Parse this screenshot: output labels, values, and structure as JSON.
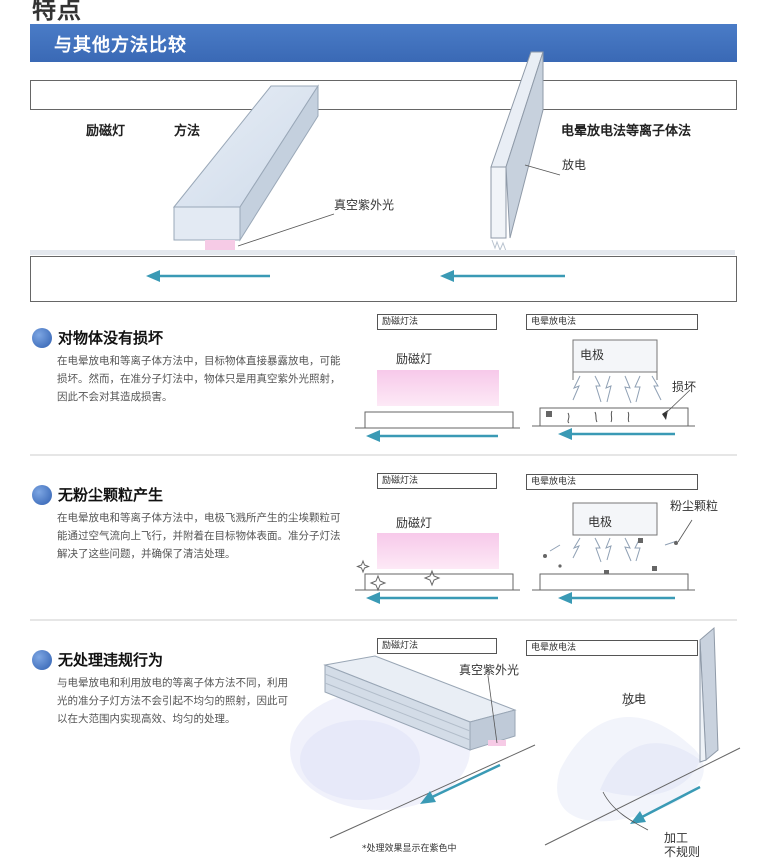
{
  "page_title": "特点",
  "banner": "与其他方法比较",
  "top_diagram": {
    "label_lamp": "励磁灯",
    "label_method": "方法",
    "label_corona": "电晕放电法等离子体法",
    "label_uv": "真空紫外光",
    "label_discharge": "放电"
  },
  "sections": [
    {
      "title": "对物体没有损坏",
      "desc": "在电晕放电和等离子体方法中，目标物体直接暴露放电，可能损坏。然而，在准分子灯法中，物体只是用真空紫外光照射，因此不会对其造成损害。",
      "left_caption": "励磁灯法",
      "right_caption": "电晕放电法",
      "lamp_label": "励磁灯",
      "electrode_label": "电极",
      "extra_label": "损坏"
    },
    {
      "title": "无粉尘颗粒产生",
      "desc": "在电晕放电和等离子体方法中，电极飞溅所产生的尘埃颗粒可能通过空气流向上飞行，并附着在目标物体表面。准分子灯法解决了这些问题，并确保了清洁处理。",
      "left_caption": "励磁灯法",
      "right_caption": "电晕放电法",
      "lamp_label": "励磁灯",
      "electrode_label": "电极",
      "extra_label": "粉尘颗粒"
    },
    {
      "title": "无处理违规行为",
      "desc": "与电晕放电和利用放电的等离子体方法不同，利用光的准分子灯方法不会引起不均匀的照射，因此可以在大范围内实现高效、均匀的处理。",
      "left_caption": "励磁灯法",
      "right_caption": "电晕放电法",
      "uv_label": "真空紫外光",
      "discharge_label": "放电",
      "process_label_1": "加工",
      "process_label_2": "不规则",
      "footnote": "*处理效果显示在紫色中"
    }
  ],
  "colors": {
    "banner": "#3a69b5",
    "arrow": "#3a9ab5",
    "uv_glow": "#f4b8e2",
    "bullet": "#2f5fb0"
  }
}
